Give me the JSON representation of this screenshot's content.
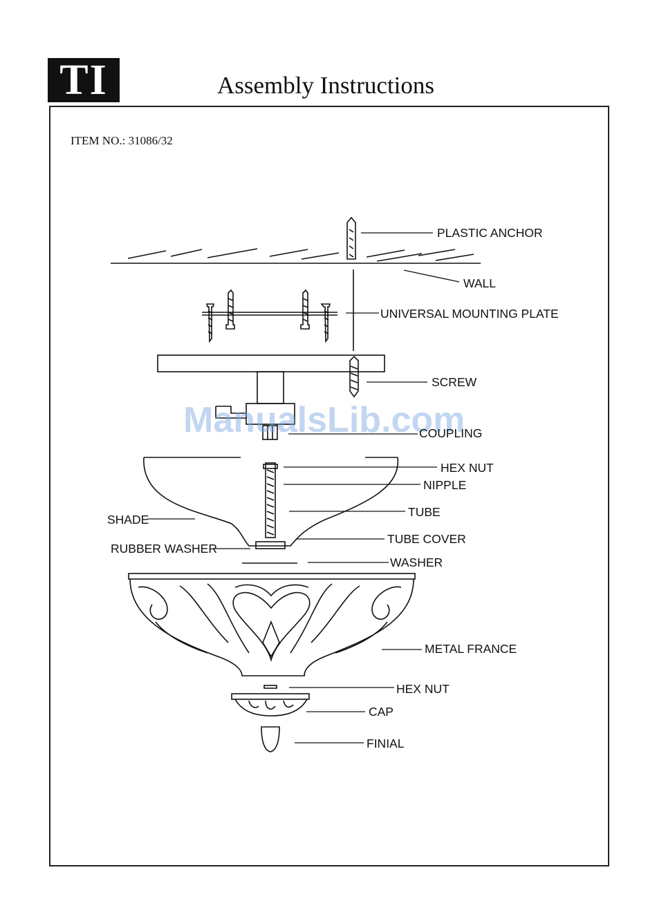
{
  "header": {
    "logo_text": "TI",
    "title": "Assembly Instructions"
  },
  "item": {
    "number_text": "ITEM NO.: 31086/32"
  },
  "labels": {
    "plastic_anchor": "PLASTIC ANCHOR",
    "wall": "WALL",
    "universal_mounting_plate": "UNIVERSAL MOUNTING PLATE",
    "screw": "SCREW",
    "coupling": "COUPLING",
    "hex_nut_top": "HEX NUT",
    "nipple": "NIPPLE",
    "tube": "TUBE",
    "shade": "SHADE",
    "tube_cover": "TUBE COVER",
    "rubber_washer": "RUBBER WASHER",
    "washer": "WASHER",
    "metal_france": "METAL FRANCE",
    "hex_nut_bottom": "HEX NUT",
    "cap": "CAP",
    "finial": "FINIAL"
  },
  "watermark": "ManualsLib.com",
  "colors": {
    "ink": "#111111",
    "watermark": "#78a5e1"
  }
}
